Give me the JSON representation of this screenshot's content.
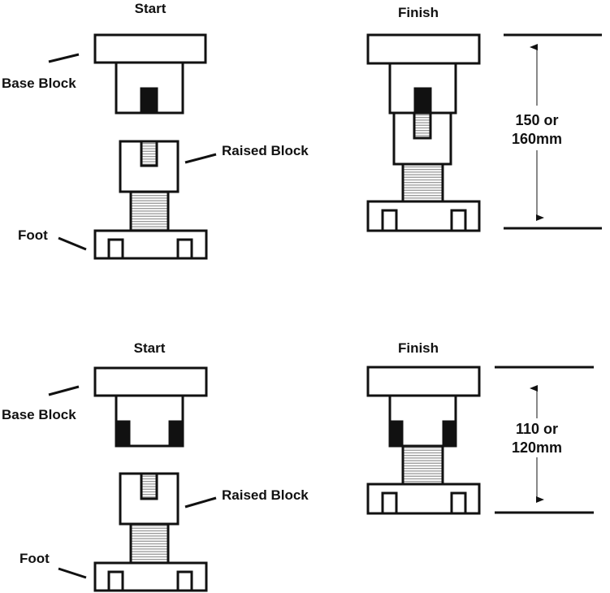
{
  "colors": {
    "ink": "#111111",
    "thread": "#999999",
    "background": "#ffffff"
  },
  "top": {
    "start_title": "Start",
    "finish_title": "Finish",
    "labels": {
      "base_block": "Base Block",
      "raised_block": "Raised Block",
      "foot": "Foot"
    },
    "dimension": {
      "line1": "150 or",
      "line2": "160mm"
    }
  },
  "bottom": {
    "start_title": "Start",
    "finish_title": "Finish",
    "labels": {
      "base_block": "Base Block",
      "raised_block": "Raised Block",
      "foot": "Foot"
    },
    "dimension": {
      "line1": "110 or",
      "line2": "120mm"
    }
  }
}
